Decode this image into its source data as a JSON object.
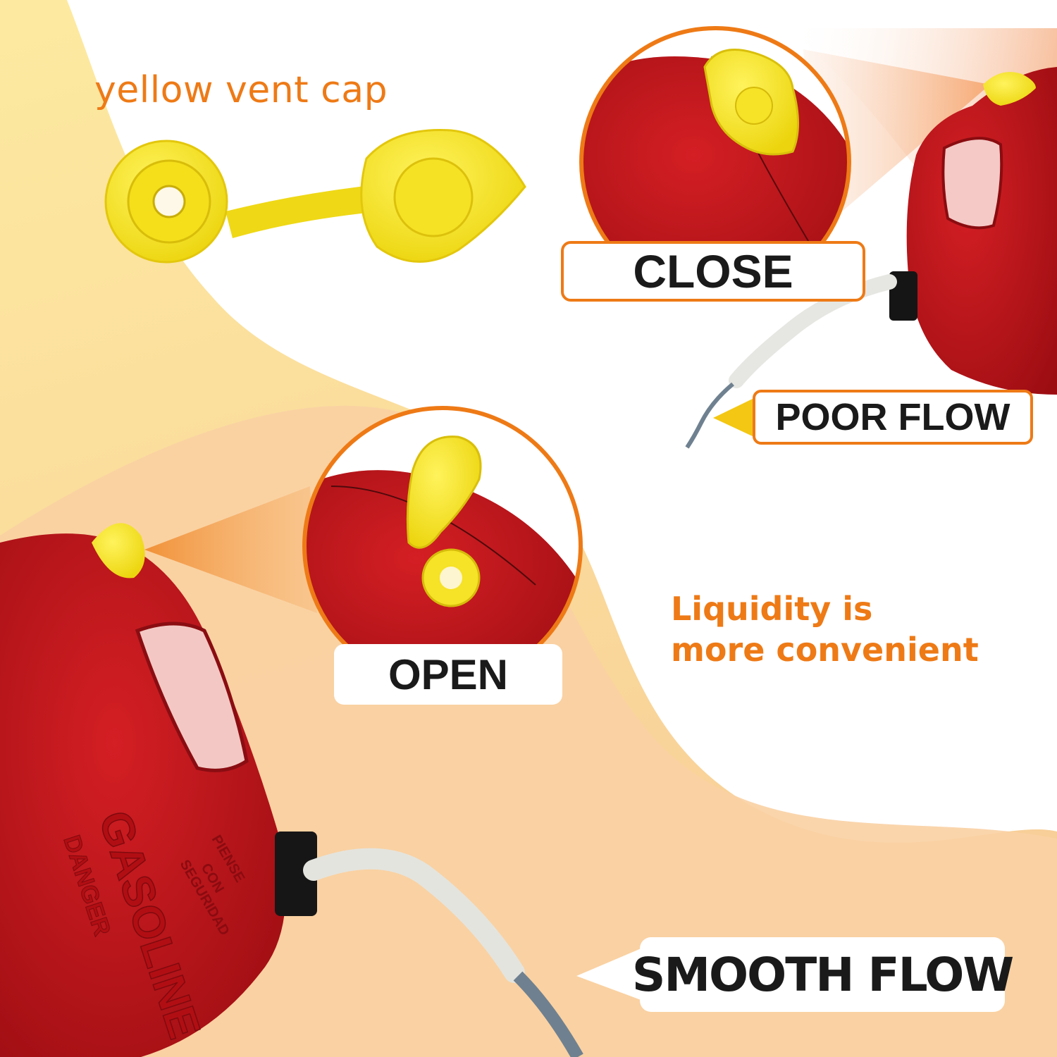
{
  "heading": "yellow vent cap",
  "labels": {
    "close": "CLOSE",
    "poor_flow": "POOR FLOW",
    "open": "OPEN",
    "smooth_flow": "SMOOTH FLOW"
  },
  "tagline": {
    "line1": "Liquidity is",
    "line2": "more convenient"
  },
  "can_text": {
    "brand": "GASOLINE",
    "warning": "DANGER",
    "stamp_line1": "PIENSE",
    "stamp_line2": "CON",
    "stamp_line3": "SEGURIDAD"
  },
  "colors": {
    "accent_orange": "#ee7a16",
    "can_red": "#c8141c",
    "cap_yellow": "#f7e81a",
    "bg_peach": "#f8d7a6"
  }
}
